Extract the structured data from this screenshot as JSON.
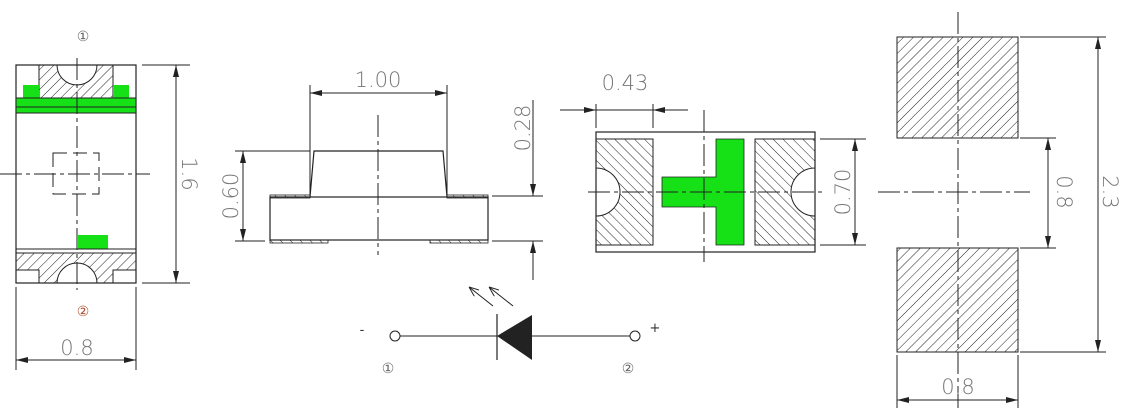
{
  "colors": {
    "green": "#16e016",
    "line": "#222222",
    "text": "#777777"
  },
  "front_view": {
    "pin1_label": "①",
    "pin2_label": "②",
    "height_dim": "1.6",
    "width_dim": "0.8"
  },
  "side_view": {
    "lens_width_dim": "1.00",
    "total_height_dim": "0.60",
    "base_height_dim": "0.28"
  },
  "schematic": {
    "cathode_sign": "-",
    "anode_sign": "+",
    "pin1_label": "①",
    "pin2_label": "②"
  },
  "bottom_view": {
    "pad_width_dim": "0.43",
    "body_height_dim": "0.70"
  },
  "footprint": {
    "total_length_dim": "2.3",
    "gap_dim": "0.8",
    "pad_width_dim": "0.8"
  }
}
